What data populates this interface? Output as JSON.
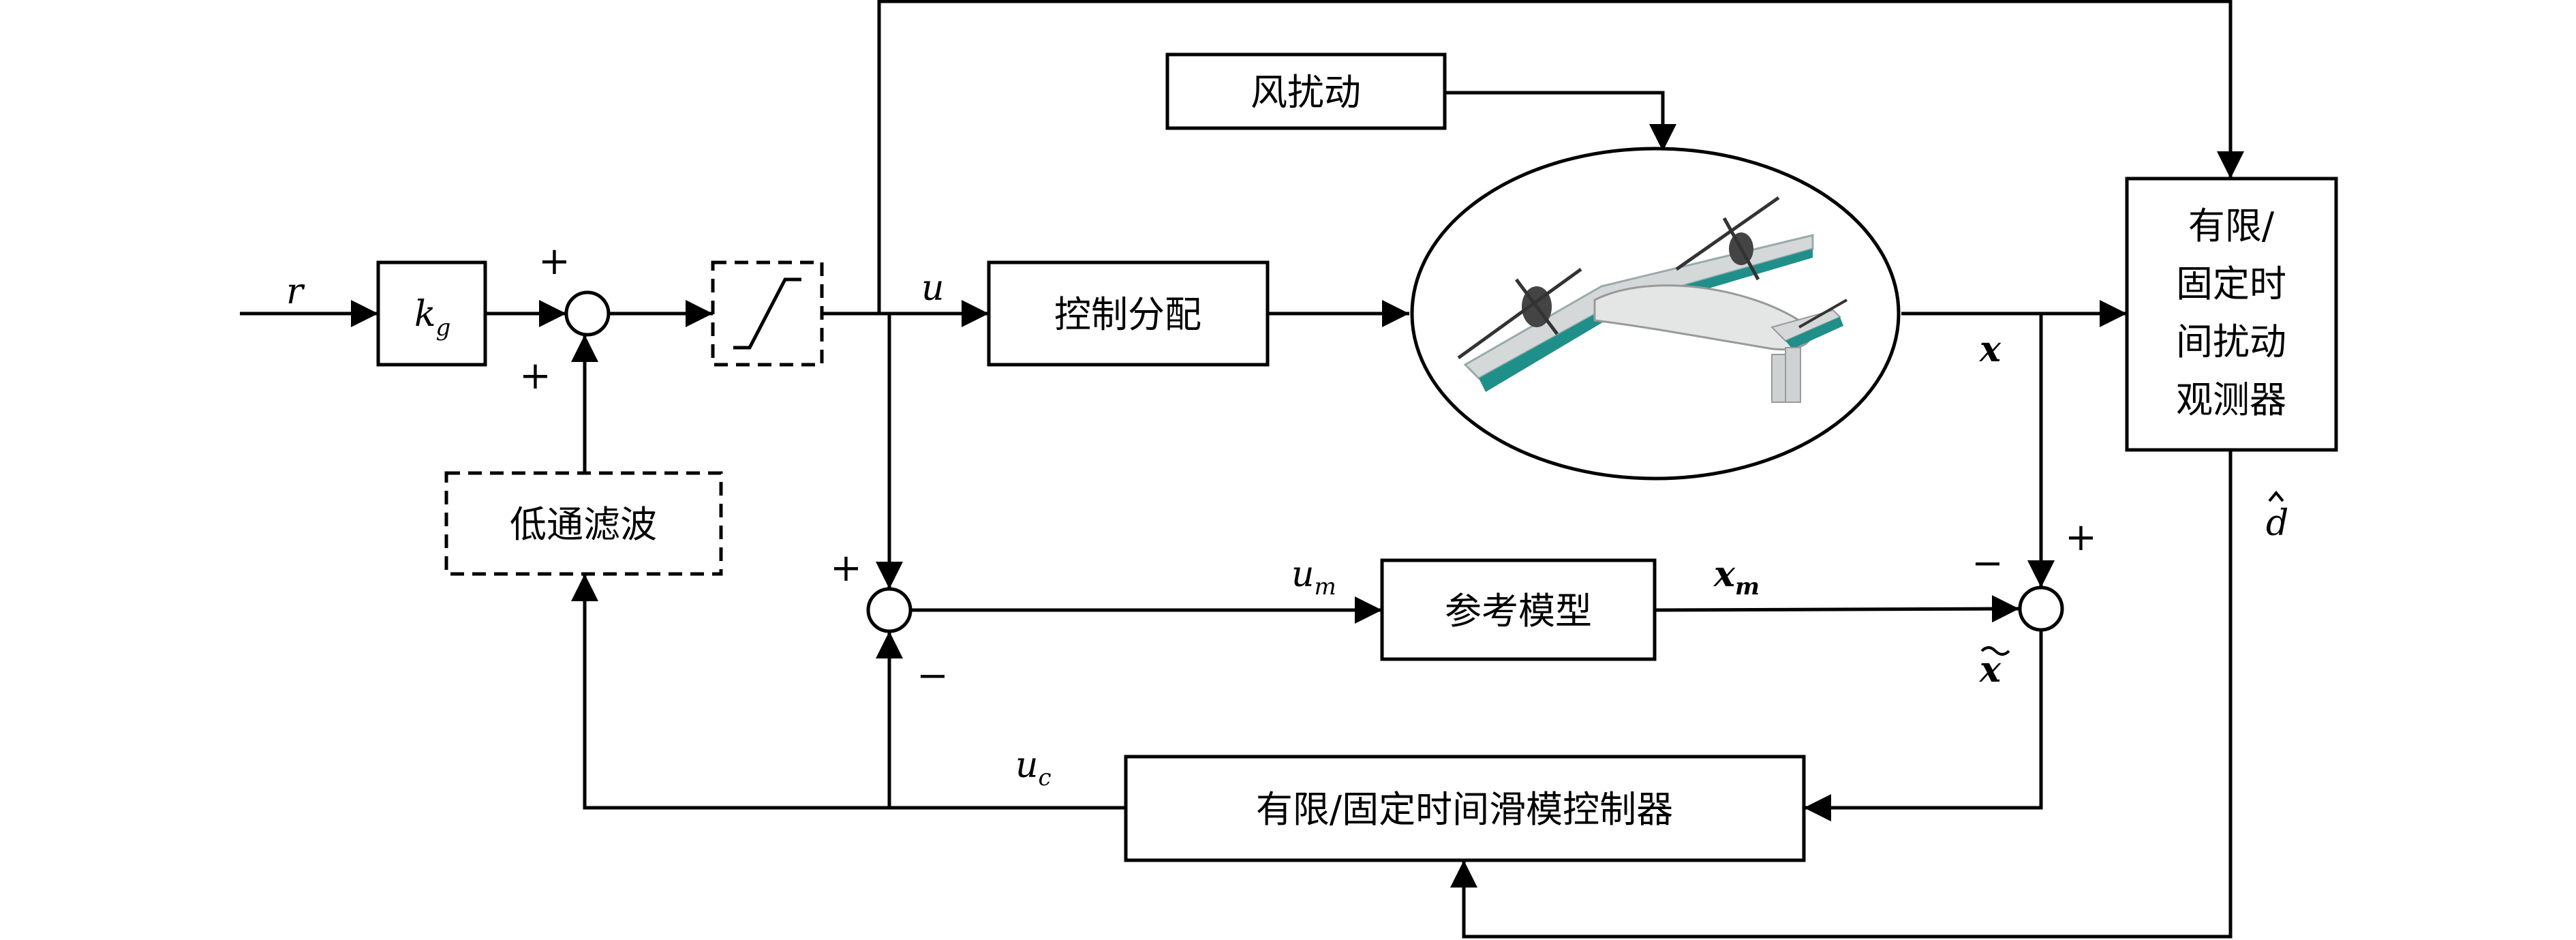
{
  "blocks": {
    "wind": "风扰动",
    "allocation": "控制分配",
    "observer_lines": [
      "有限/",
      "固定时",
      "间扰动",
      "观测器"
    ],
    "lowpass": "低通滤波",
    "reference_model": "参考模型",
    "controller": "有限/固定时间滑模控制器"
  },
  "signals": {
    "r": "r",
    "kg_main": "k",
    "kg_sub": "g",
    "u": "u",
    "um_main": "u",
    "um_sub": "m",
    "uc_main": "u",
    "uc_sub": "c",
    "x": "x",
    "xm_main": "x",
    "xm_sub": "m",
    "xtilde": "x",
    "dhat": "d"
  },
  "signs": {
    "sum1_top": "+",
    "sum1_bottom": "+",
    "sum2_left": "+",
    "sum2_bottom": "−",
    "sum3_left": "−",
    "sum3_top": "+"
  }
}
